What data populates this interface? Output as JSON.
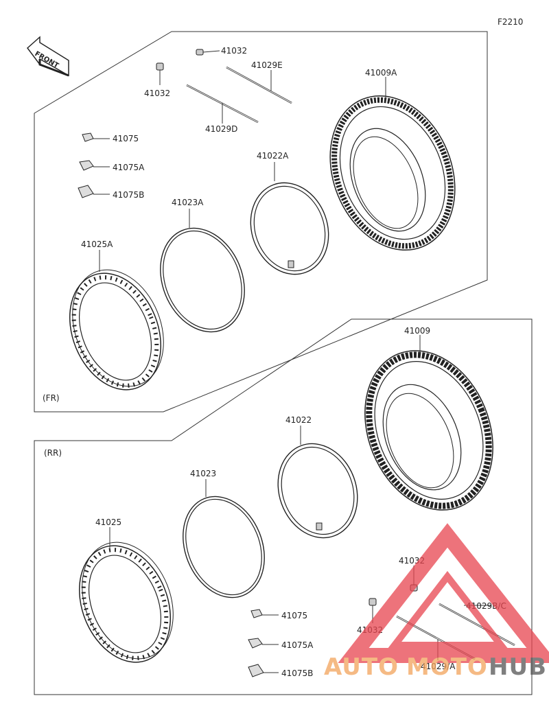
{
  "figure_code": "F2210",
  "front_label": "FRONT",
  "sections": {
    "front": {
      "label": "(FR)"
    },
    "rear": {
      "label": "(RR)"
    }
  },
  "parts": {
    "fr_41032_top": "41032",
    "fr_41032_left": "41032",
    "fr_41029E": "41029E",
    "fr_41029D": "41029D",
    "fr_41009A": "41009A",
    "fr_41075": "41075",
    "fr_41075A": "41075A",
    "fr_41075B": "41075B",
    "fr_41022A": "41022A",
    "fr_41023A": "41023A",
    "fr_41025A": "41025A",
    "rr_41009": "41009",
    "rr_41022": "41022",
    "rr_41023": "41023",
    "rr_41025": "41025",
    "rr_41075": "41075",
    "rr_41075A": "41075A",
    "rr_41075B": "41075B",
    "rr_41032_top": "41032",
    "rr_41032_bottom": "41032",
    "rr_41029BC": "41029B/C",
    "rr_41029A": "41029/A"
  },
  "watermark": {
    "text_a": "AUTO",
    "text_b": "MOTO",
    "text_c": "HUB",
    "color_primary": "#e8454f",
    "color_secondary": "#f2a35c",
    "color_dark": "#555555"
  }
}
